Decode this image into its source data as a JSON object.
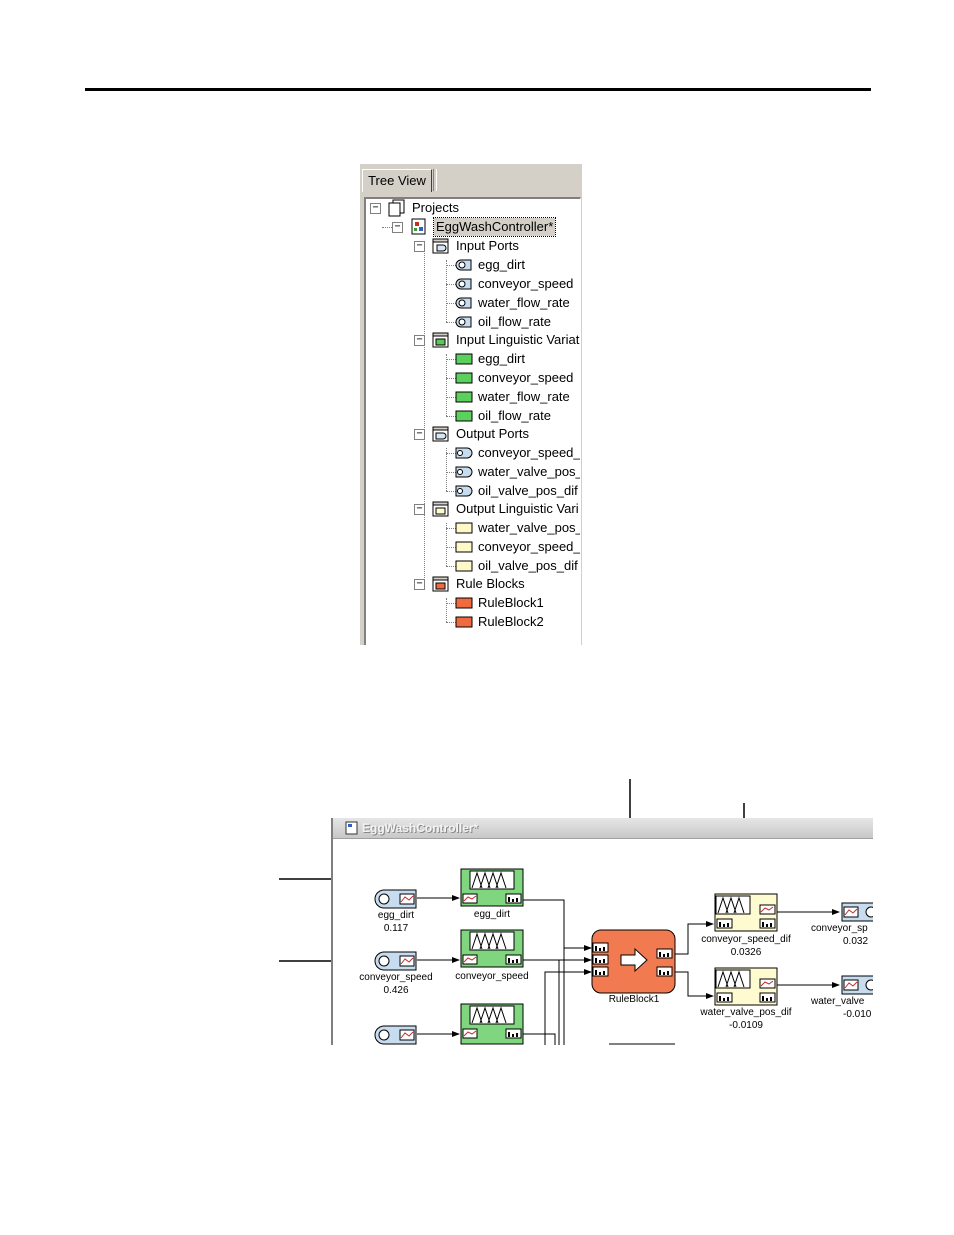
{
  "tree_view": {
    "tab_label": "Tree View",
    "projects_label": "Projects",
    "controller_label": "EggWashController*",
    "input_ports": {
      "label": "Input Ports",
      "items": [
        "egg_dirt",
        "conveyor_speed",
        "water_flow_rate",
        "oil_flow_rate"
      ]
    },
    "input_linguistic": {
      "label": "Input Linguistic Variat",
      "items": [
        "egg_dirt",
        "conveyor_speed",
        "water_flow_rate",
        "oil_flow_rate"
      ]
    },
    "output_ports": {
      "label": "Output Ports",
      "items": [
        "conveyor_speed_",
        "water_valve_pos_",
        "oil_valve_pos_dif"
      ]
    },
    "output_linguistic": {
      "label": "Output Linguistic Vari",
      "items": [
        "water_valve_pos_",
        "conveyor_speed_",
        "oil_valve_pos_dif"
      ]
    },
    "rule_blocks": {
      "label": "Rule Blocks",
      "items": [
        "RuleBlock1",
        "RuleBlock2"
      ]
    }
  },
  "diagram": {
    "title": "EggWashController*",
    "input_ports": [
      {
        "name": "egg_dirt",
        "value": "0.117"
      },
      {
        "name": "conveyor_speed",
        "value": "0.426"
      }
    ],
    "input_vars": [
      "egg_dirt",
      "conveyor_speed"
    ],
    "rule_block": "RuleBlock1",
    "output_vars": [
      {
        "name": "conveyor_speed_dif",
        "value": "0.0326"
      },
      {
        "name": "water_valve_pos_dif",
        "value": "-0.0109"
      }
    ],
    "output_ports": [
      {
        "name": "conveyor_sp",
        "value": "0.032"
      },
      {
        "name": "water_valve",
        "value": "-0.010"
      }
    ]
  },
  "colors": {
    "input_port": "#bcd6f0",
    "input_var": "#7fd67f",
    "output_var": "#fffbd0",
    "rule_block": "#f27a50",
    "window_bg": "#d4d0c8"
  }
}
